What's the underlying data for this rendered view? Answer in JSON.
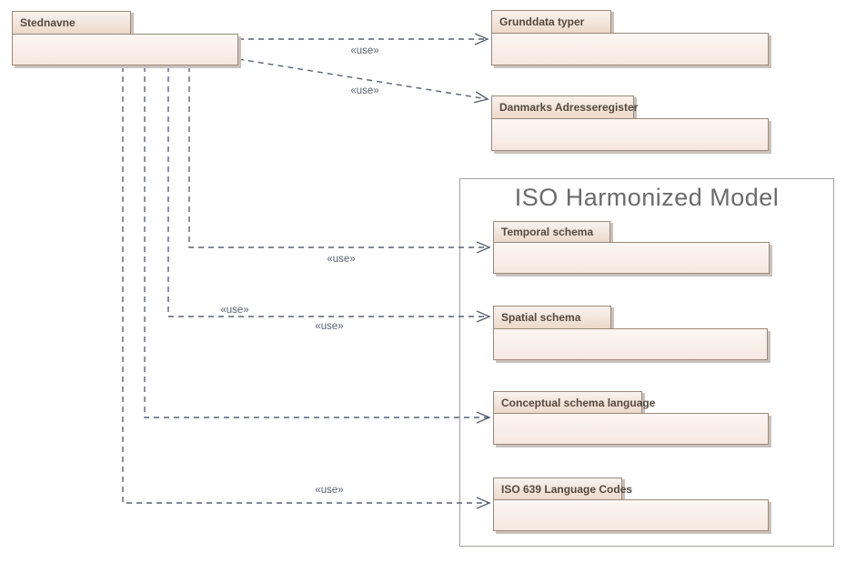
{
  "boundary": {
    "title": "ISO Harmonized Model"
  },
  "packages": {
    "stednavne": {
      "label": "Stednavne"
    },
    "grunddata": {
      "label": "Grunddata typer"
    },
    "danmarks": {
      "label": "Danmarks Adresseregister"
    },
    "temporal": {
      "label": "Temporal schema"
    },
    "spatial": {
      "label": "Spatial schema"
    },
    "conceptual": {
      "label": "Conceptual schema language"
    },
    "iso639": {
      "label": "ISO 639 Language Codes"
    }
  },
  "connectors": [
    {
      "from": "Stednavne",
      "to": "Grunddata typer",
      "type": "dependency",
      "label": "«use»"
    },
    {
      "from": "Stednavne",
      "to": "Danmarks Adresseregister",
      "type": "dependency",
      "label": "«use»"
    },
    {
      "from": "Stednavne",
      "to": "Temporal schema",
      "type": "dependency",
      "label": "«use»"
    },
    {
      "from": "Stednavne",
      "to": "Spatial schema",
      "type": "dependency",
      "label": "«use»",
      "label2": "«use»"
    },
    {
      "from": "Stednavne",
      "to": "Conceptual schema language",
      "type": "dependency"
    },
    {
      "from": "Stednavne",
      "to": "ISO 639 Language Codes",
      "type": "dependency",
      "label": "«use»"
    }
  ],
  "colors": {
    "package_body_fill": "#f9efe9",
    "package_tab_fill": "#ecd9cc",
    "package_border": "#9a897b",
    "shadow": "#c9c1bc",
    "connector": "#5b6170",
    "boundary_border": "#a8a19d",
    "boundary_title_text": "#6b6b6b",
    "package_label_text": "#55493e"
  }
}
